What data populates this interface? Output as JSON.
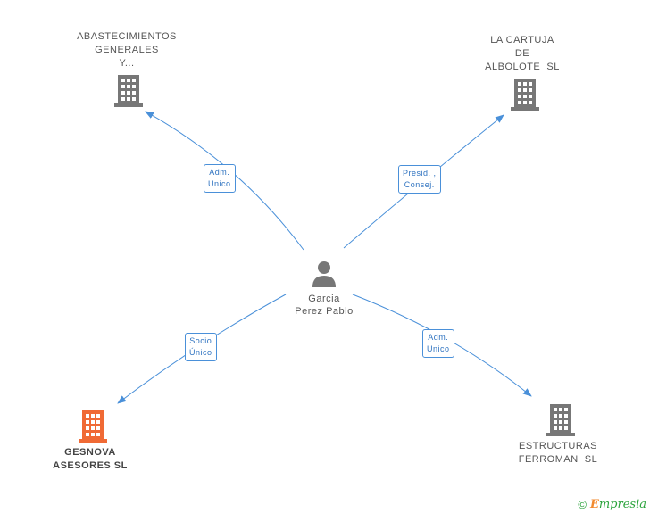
{
  "center": {
    "name_lines": [
      "Garcia",
      "Perez Pablo"
    ],
    "icon": "person-icon",
    "color": "#777777"
  },
  "companies": [
    {
      "id": "abastecimientos",
      "lines": [
        "ABASTECIMIENTOS",
        "GENERALES",
        "Y..."
      ],
      "icon": "building-icon",
      "color": "#777777"
    },
    {
      "id": "la-cartuja",
      "lines": [
        "LA CARTUJA",
        "DE",
        "ALBOLOTE  SL"
      ],
      "icon": "building-icon",
      "color": "#777777"
    },
    {
      "id": "gesnova",
      "lines": [
        "GESNOVA",
        "ASESORES SL"
      ],
      "icon": "building-icon",
      "color": "#f06a35"
    },
    {
      "id": "estructuras",
      "lines": [
        "ESTRUCTURAS",
        "FERROMAN  SL"
      ],
      "icon": "building-icon",
      "color": "#777777"
    }
  ],
  "relations": [
    {
      "lines": [
        "Adm.",
        "Unico"
      ]
    },
    {
      "lines": [
        "Presid. ,",
        "Consej."
      ]
    },
    {
      "lines": [
        "Socio",
        "Único"
      ]
    },
    {
      "lines": [
        "Adm.",
        "Unico"
      ]
    }
  ],
  "edge_color": "#4a90d9",
  "footer": {
    "copyright_symbol": "©",
    "brand_first": "E",
    "brand_rest": "mpresia"
  }
}
